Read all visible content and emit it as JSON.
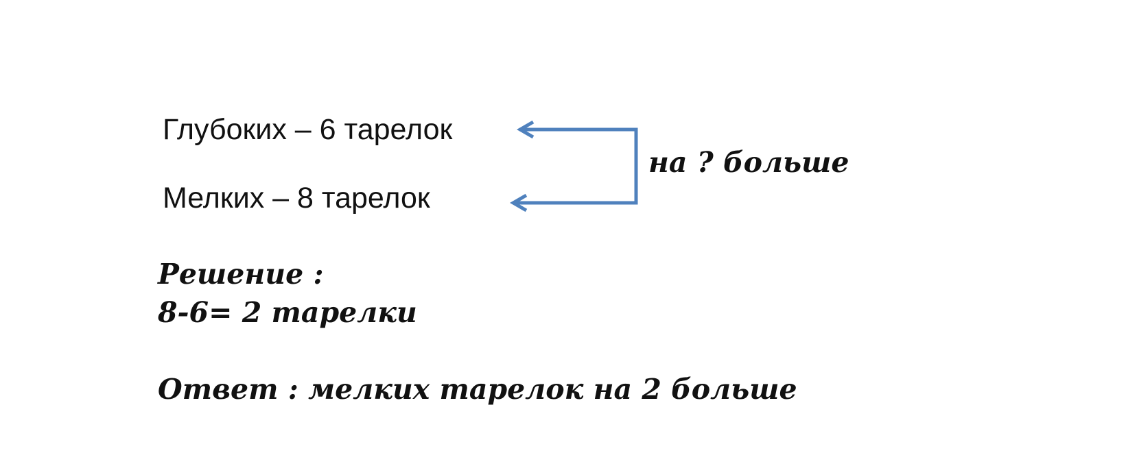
{
  "condition": {
    "line1": "Глубоких – 6 тарелок",
    "line2": "Мелких – 8 тарелок"
  },
  "question": "на ? больше",
  "solution": {
    "title": "Решение :",
    "equation": "8-6= 2 тарелки"
  },
  "answer": "Ответ : мелких тарелок на 2 больше",
  "colors": {
    "arrow": "#4f81bd",
    "text": "#111111"
  }
}
